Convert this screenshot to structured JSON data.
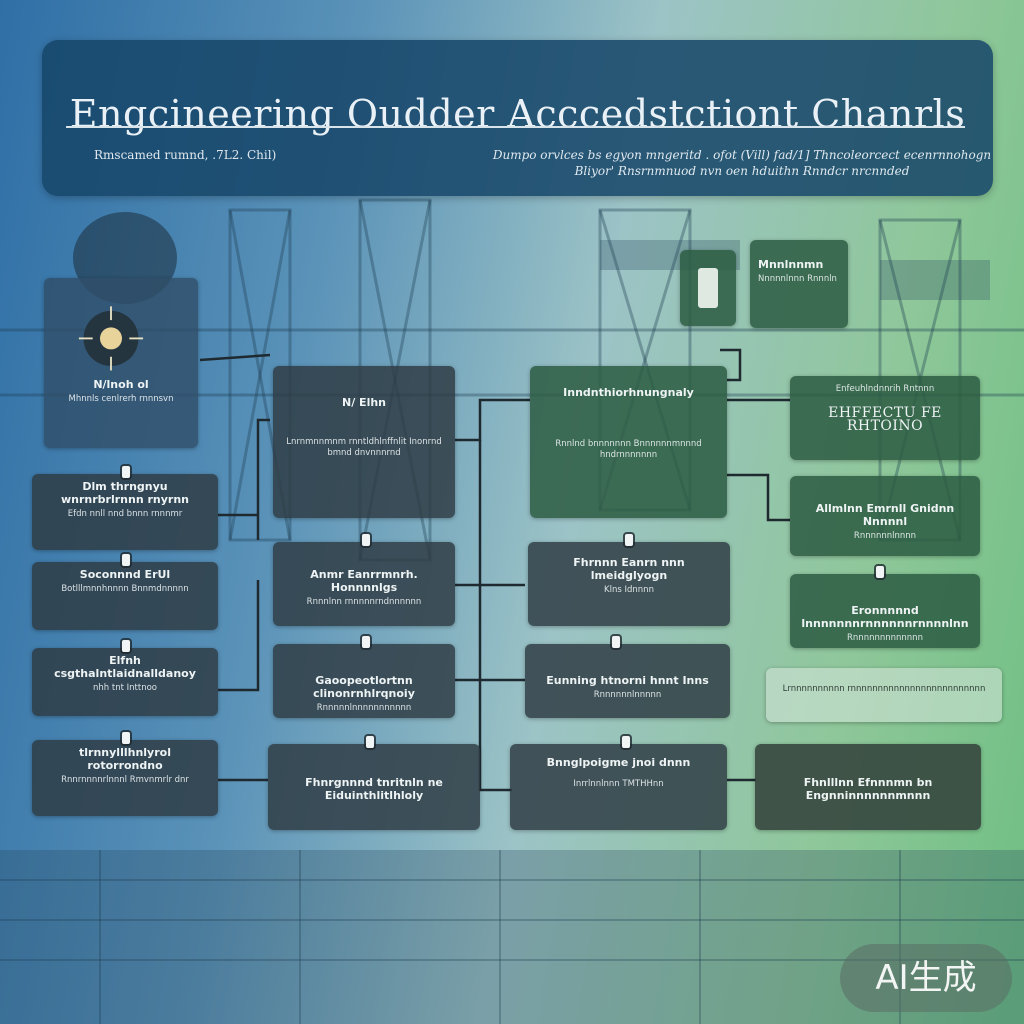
{
  "title": "Engcineering Oudder Acccedstctiont Chanrls",
  "subtitle_left": "Rmscamed rumnd, .7L2. Chil)",
  "subtitle_right": "Dumpo orvlces bs egyon mngeritd . ofot (Vill) fad/1] Thncoleorcect ecenrnnohogn Bliyor' Rnsrnmnuod nvn oen hduithn Rnndcr nrcnnded",
  "colors": {
    "header": "#16466a",
    "node_dark": "#2e3c44",
    "node_green": "#2c5c42",
    "accent_blue": "#2f6fa6",
    "accent_green": "#6fbf83"
  },
  "nodes": {
    "top_left": {
      "title": "N/lnoh ol",
      "desc": "Mhnnls cenlrerh rnnnsvn"
    },
    "col1_r1": {
      "title": "Dlm thrngnyu wnrnrbrlrnnn rnyrnn",
      "desc": "Efdn nnll nnd bnnn rnnnmr"
    },
    "col1_r2": {
      "title": "Soconnnd ErUl",
      "desc": "Botlllmnnhnnnn Bnnmdnnnnn"
    },
    "col1_r3": {
      "title": "Elfnh csgthalntlaidnalldanoy",
      "desc": "nhh tnt Inttnoo"
    },
    "col1_r4": {
      "title": "tlrnnylllhnlyrol rotorrondno",
      "desc": "Rnnrnnnnrlnnnl Rmvnmrlr dnr"
    },
    "col2_r1": {
      "title": "N/ Elhn",
      "desc": "Lnrnmnnmnm rnntldhlnffnlit Inonrnd bmnd dnvnnnrnd"
    },
    "col2_r2": {
      "title": "Anmr Eanrrmnrh. Honnnnlgs",
      "desc": "Rnnnlnn rnnnnnrndnnnnnn"
    },
    "col2_r3": {
      "title": "Gaoopeotlortnn clinonrnhlrqnoiy",
      "desc": "Rnnnnnlnnnnnnnnnnn"
    },
    "col2_r4": {
      "title": "Fhnrgnnnd tnritnln ne Eiduinthlitlhloly",
      "desc": ""
    },
    "col3_r1": {
      "title": "Inndnthiorhnungnaly",
      "desc": "Rnnlnd bnnnnnnn Bnnnnnnmnnnd hndrnnnnnnn"
    },
    "col3_r2": {
      "title": "Fhrnnn Eanrn nnn lmeidglyogn",
      "desc": "Klns Idnnnn"
    },
    "col3_r3": {
      "title": "Eunning htnorni hnnt Inns",
      "desc": "Rnnnnnnlnnnnn"
    },
    "col3_r4": {
      "title": "Bnnglpoigme jnoi dnnn",
      "desc": "Inrrlnnlnnn TMTHHnn"
    },
    "col4_top": {
      "title": "Mnnlnnmn",
      "desc": "Nnnnnlnnn Rnnnln"
    },
    "col4_r1": {
      "title": "Enfeuhlndnnrih Rntnnn",
      "big": "EHFFECTU FE RHTOINO"
    },
    "col4_r2": {
      "title": "Allmlnn Emrnll Gnidnn Nnnnnl",
      "desc": "Rnnnnnnlnnnn"
    },
    "col4_r3": {
      "title": "Eronnnnnd lnnnnnnnrnnnnnnrnnnnlnn",
      "desc": "Rnnnnnnnnnnnnn"
    },
    "col4_strip": {
      "desc": "Lrnnnnnnnnnn rnnnnnnnnnnnnnnnnnnnnnnnnn"
    },
    "col4_r4": {
      "title": "Fhnlllnn Efnnnmn bn Engnninnnnnnmnnn"
    }
  },
  "watermark": "AI生成"
}
